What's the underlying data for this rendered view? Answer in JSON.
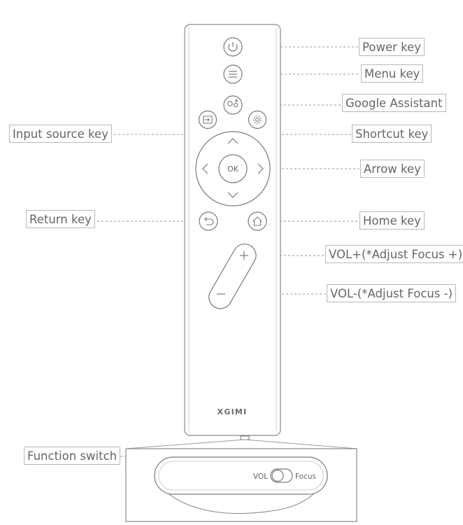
{
  "brand": "XGIMI",
  "ok_label": "OK",
  "switch": {
    "left_label": "VOL",
    "right_label": "Focus"
  },
  "callouts": {
    "power": "Power key",
    "menu": "Menu key",
    "google": "Google Assistant",
    "input": "Input source key",
    "shortcut": "Shortcut key",
    "arrow": "Arrow key",
    "return": "Return key",
    "home": "Home key",
    "vol_up": "VOL+(*Adjust Focus +)",
    "vol_down": "VOL-(*Adjust Focus -)",
    "function": "Function switch"
  },
  "colors": {
    "line": "#8a8a8a",
    "label_border": "#b8b8b8",
    "text": "#666666"
  }
}
